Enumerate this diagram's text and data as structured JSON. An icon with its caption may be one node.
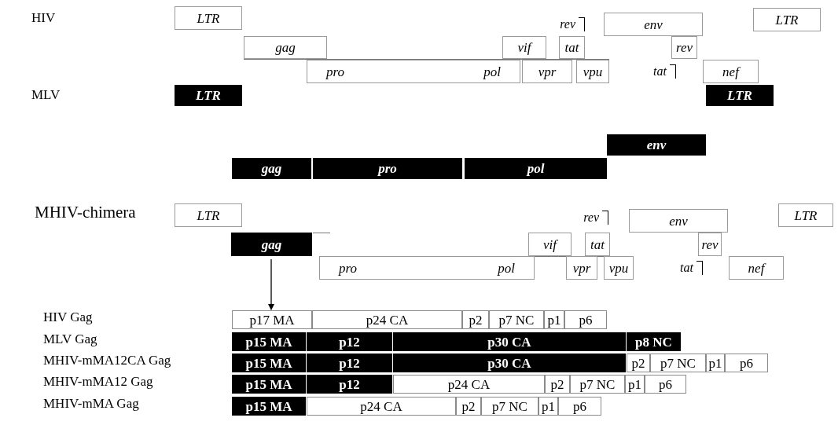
{
  "diagram": {
    "nodes": [
      {
        "text": [
          "LTR"
        ]
      },
      {
        "text": [
          "rev"
        ]
      },
      {
        "text": [
          "env"
        ]
      },
      {
        "text": [
          "LTR"
        ]
      },
      {
        "text": [
          "gag"
        ]
      },
      {
        "text": [
          "vif"
        ]
      },
      {
        "text": [
          "tat"
        ]
      },
      {
        "text": [
          "rev"
        ]
      },
      {
        "text": [
          "pro",
          "pol"
        ]
      },
      {
        "text": [
          "vpr"
        ]
      },
      {
        "text": [
          "vpu"
        ]
      },
      {
        "text": [
          "tat"
        ]
      },
      {
        "text": [
          "nef"
        ]
      },
      {
        "text": [
          "LTR"
        ]
      },
      {
        "text": [
          "LTR"
        ]
      },
      {
        "text": [
          "env"
        ]
      },
      {
        "text": [
          "gag"
        ]
      },
      {
        "text": [
          "pro"
        ]
      },
      {
        "text": [
          "pol"
        ]
      },
      {
        "text": [
          "LTR"
        ]
      },
      {
        "text": [
          "rev"
        ]
      },
      {
        "text": [
          "env"
        ]
      },
      {
        "text": [
          "LTR"
        ]
      },
      {
        "text": [
          "gag"
        ]
      },
      {
        "text": [
          "vif"
        ]
      },
      {
        "text": [
          "tat"
        ]
      },
      {
        "text": [
          "rev"
        ]
      },
      {
        "text": [
          "pro",
          "pol"
        ]
      },
      {
        "text": [
          "vpr"
        ]
      },
      {
        "text": [
          "vpu"
        ]
      },
      {
        "text": [
          "tat"
        ]
      },
      {
        "text": [
          "nef"
        ]
      },
      {
        "text": [
          "p17 MA"
        ]
      },
      {
        "text": [
          "p24 CA"
        ]
      },
      {
        "text": [
          "p2"
        ]
      },
      {
        "text": [
          "p7 NC"
        ]
      },
      {
        "text": [
          "p1"
        ]
      },
      {
        "text": [
          "p6"
        ]
      },
      {
        "text": [
          "p15 MA"
        ]
      },
      {
        "text": [
          "p12"
        ]
      },
      {
        "text": [
          "p30 CA"
        ]
      },
      {
        "text": [
          "p8 NC"
        ]
      },
      {
        "text": [
          "p15 MA"
        ]
      },
      {
        "text": [
          "p12"
        ]
      },
      {
        "text": [
          "p30 CA"
        ]
      },
      {
        "text": [
          "p2"
        ]
      },
      {
        "text": [
          "p7 NC"
        ]
      },
      {
        "text": [
          "p1"
        ]
      },
      {
        "text": [
          "p6"
        ]
      },
      {
        "text": [
          "p15 MA"
        ]
      },
      {
        "text": [
          "p12"
        ]
      },
      {
        "text": [
          "p24 CA"
        ]
      },
      {
        "text": [
          "p2"
        ]
      },
      {
        "text": [
          "p7 NC"
        ]
      },
      {
        "text": [
          "p1"
        ]
      },
      {
        "text": [
          "p6"
        ]
      },
      {
        "text": [
          "p15 MA"
        ]
      },
      {
        "text": [
          "p24 CA"
        ]
      },
      {
        "text": [
          "p2"
        ]
      },
      {
        "text": [
          "p7 NC"
        ]
      },
      {
        "text": [
          "p1"
        ]
      },
      {
        "text": [
          "p6"
        ]
      }
    ],
    "edges": [
      {
        "from": 23,
        "to": 32,
        "arrow": "to"
      }
    ],
    "labels": [
      "HIV",
      "MLV",
      "MHIV-chimera",
      "HIV Gag",
      "MLV Gag",
      "MHIV-mMA12CA Gag",
      "MHIV-mMA12 Gag",
      "MHIV-mMA Gag"
    ]
  }
}
